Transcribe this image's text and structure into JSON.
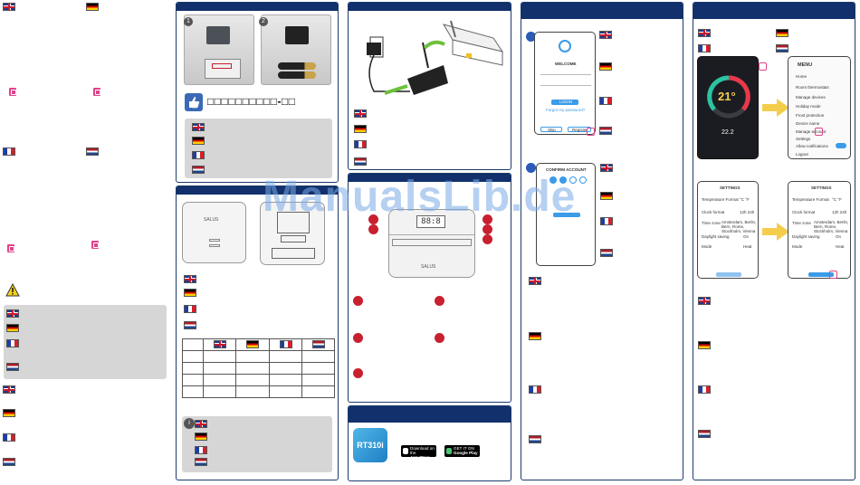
{
  "page": {
    "background": "#ffffff",
    "header_color": "#12306b",
    "accent_red": "#c8202f",
    "accent_blue": "#2a5bb8"
  },
  "watermark": "ManualsLib.de",
  "column1": {
    "flags": [
      "gb",
      "de",
      "fr",
      "nl"
    ],
    "warning_icon": "warning-icon"
  },
  "column2": {
    "instruction": "□□□□□□□□□□-□□",
    "callout_labels": [
      "1",
      "2"
    ],
    "device_brand": "SALUS",
    "table_headers": [
      "gb",
      "de",
      "fr",
      "nl"
    ],
    "note_badge": "i"
  },
  "column3": {
    "device_brand": "SALUS",
    "display_digits": "88:8",
    "callouts": [
      "1",
      "2",
      "3",
      "4",
      "5",
      "6",
      "7",
      "8",
      "9",
      "10"
    ],
    "app_logo_text": "RT310i",
    "app_store": {
      "line1": "Download on the",
      "line2": "App Store"
    },
    "google_play": {
      "line1": "GET IT ON",
      "line2": "Google Play"
    }
  },
  "column4": {
    "step_labels": [
      "1",
      "2"
    ],
    "screen1": {
      "title": "WELCOME",
      "button": "LOGIN",
      "link": "Forgot my password?",
      "btn_left": "Skip",
      "btn_right": "Register"
    },
    "screen2": {
      "title": "CONFIRM ACCOUNT"
    }
  },
  "column5": {
    "menu_title": "MENU",
    "menu_items": [
      "Home",
      "Room thermostats",
      "Manage devices",
      "Holiday mode",
      "Frost protection",
      "Device name",
      "Manage account",
      "Settings",
      "Allow notifications",
      "Logout"
    ],
    "thermo_temp": "21°",
    "thermo_set": "22.2",
    "settings_title": "SETTINGS",
    "settings_rows": [
      "Temperature Format",
      "Clock format",
      "Time zone",
      "Daylight saving",
      "Mode"
    ],
    "settings_values": [
      "°C  °F",
      "12h  24h",
      "Amsterdam, Berlin, Bern, Rome, Stockholm, Vienna",
      "On",
      "Heat"
    ],
    "save_button": "Save"
  }
}
